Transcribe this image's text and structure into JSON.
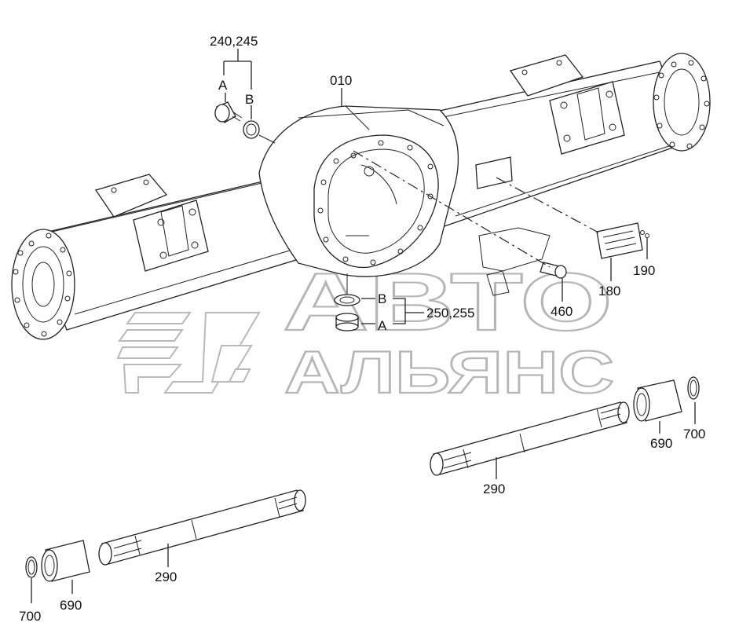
{
  "watermark": {
    "line1": "АВТО",
    "line2": "АЛЬЯНС"
  },
  "callouts": {
    "c_240_245": "240,245",
    "c_A_top": "A",
    "c_B_top": "B",
    "c_010": "010",
    "c_B_mid": "B",
    "c_A_mid": "A",
    "c_250_255": "250,255",
    "c_460": "460",
    "c_190": "190",
    "c_180": "180",
    "c_690_right": "690",
    "c_700_right": "700",
    "c_290_right": "290",
    "c_290_left": "290",
    "c_700_left": "700",
    "c_690_left": "690"
  }
}
